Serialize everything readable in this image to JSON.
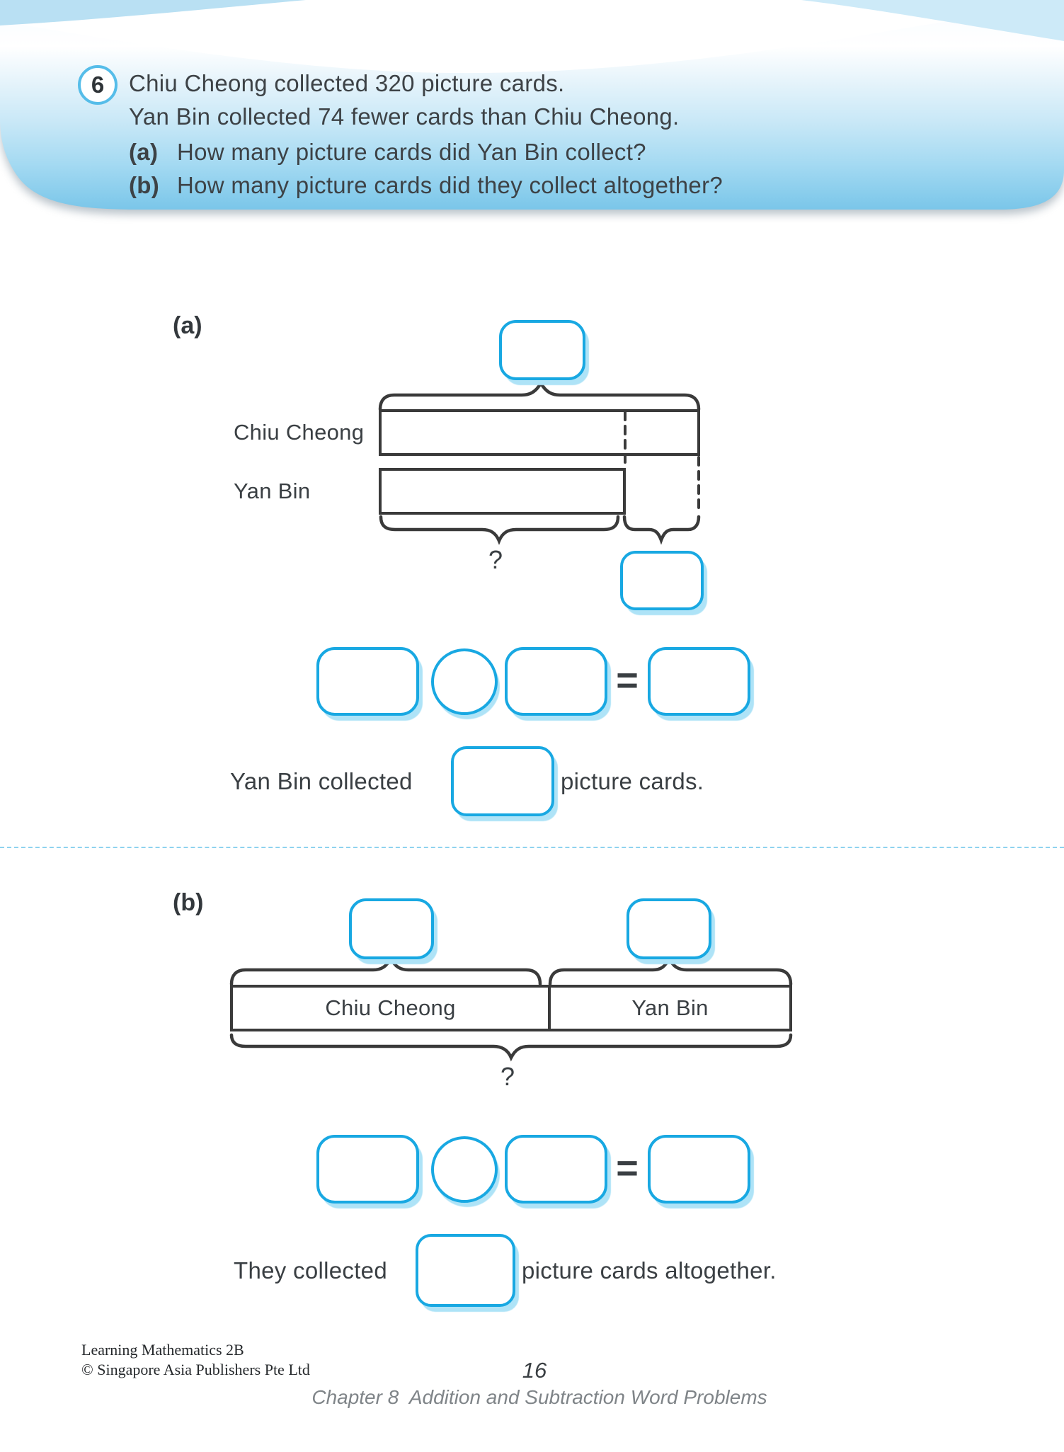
{
  "problem": {
    "number": "6",
    "line1": "Chiu Cheong collected 320 picture cards.",
    "line2": "Yan Bin collected 74 fewer cards than Chiu Cheong.",
    "q_a_label": "(a)",
    "q_a_text": "How many picture cards did Yan Bin collect?",
    "q_b_label": "(b)",
    "q_b_text": "How many picture cards did they collect altogether?"
  },
  "part_a": {
    "label": "(a)",
    "bar1_label": "Chiu Cheong",
    "bar2_label": "Yan Bin",
    "question_mark": "?",
    "equals": "=",
    "sentence_prefix": "Yan Bin collected",
    "sentence_suffix": "picture cards."
  },
  "part_b": {
    "label": "(b)",
    "bar_left_label": "Chiu Cheong",
    "bar_right_label": "Yan Bin",
    "question_mark": "?",
    "equals": "=",
    "sentence_prefix": "They collected",
    "sentence_suffix": "picture cards altogether."
  },
  "footer": {
    "book": "Learning Mathematics 2B",
    "copyright": "© Singapore Asia Publishers Pte Ltd",
    "page_number": "16",
    "chapter": "Chapter 8  Addition and Subtraction Word Problems"
  },
  "colors": {
    "accent_blue": "#18a8e2",
    "shadow_blue": "#aee3f7",
    "stroke_dark": "#3a3a3a",
    "separator_blue": "#8ed2ef",
    "header_bottom_blue": "#7ac6e9"
  }
}
